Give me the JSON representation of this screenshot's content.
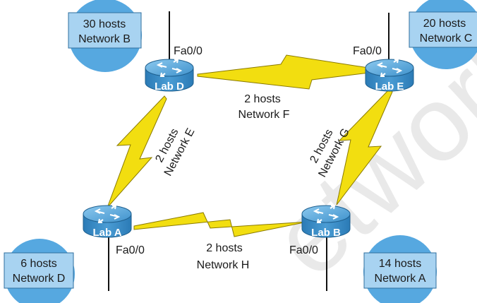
{
  "routers": {
    "lab_d": "Lab D",
    "lab_e": "Lab E",
    "lab_a": "Lab A",
    "lab_b": "Lab B"
  },
  "networks": {
    "b": {
      "hosts": "30 hosts",
      "name": "Network B"
    },
    "c": {
      "hosts": "20 hosts",
      "name": "Network C"
    },
    "d": {
      "hosts": "6 hosts",
      "name": "Network D"
    },
    "a": {
      "hosts": "14 hosts",
      "name": "Network A"
    }
  },
  "links": {
    "f": {
      "hosts": "2 hosts",
      "name": "Network F"
    },
    "e": {
      "hosts": "2 hosts",
      "name": "Network E"
    },
    "g": {
      "hosts": "2 hosts",
      "name": "Network G"
    },
    "h": {
      "hosts": "2 hosts",
      "name": "Network H"
    }
  },
  "interfaces": {
    "lab_d": "Fa0/0",
    "lab_e": "Fa0/0",
    "lab_a": "Fa0/0",
    "lab_b": "Fa0/0"
  },
  "watermark": "etwork",
  "colors": {
    "router": "#3c8fc8",
    "network": "#56a8e0",
    "serial_link": "#f2de10"
  }
}
